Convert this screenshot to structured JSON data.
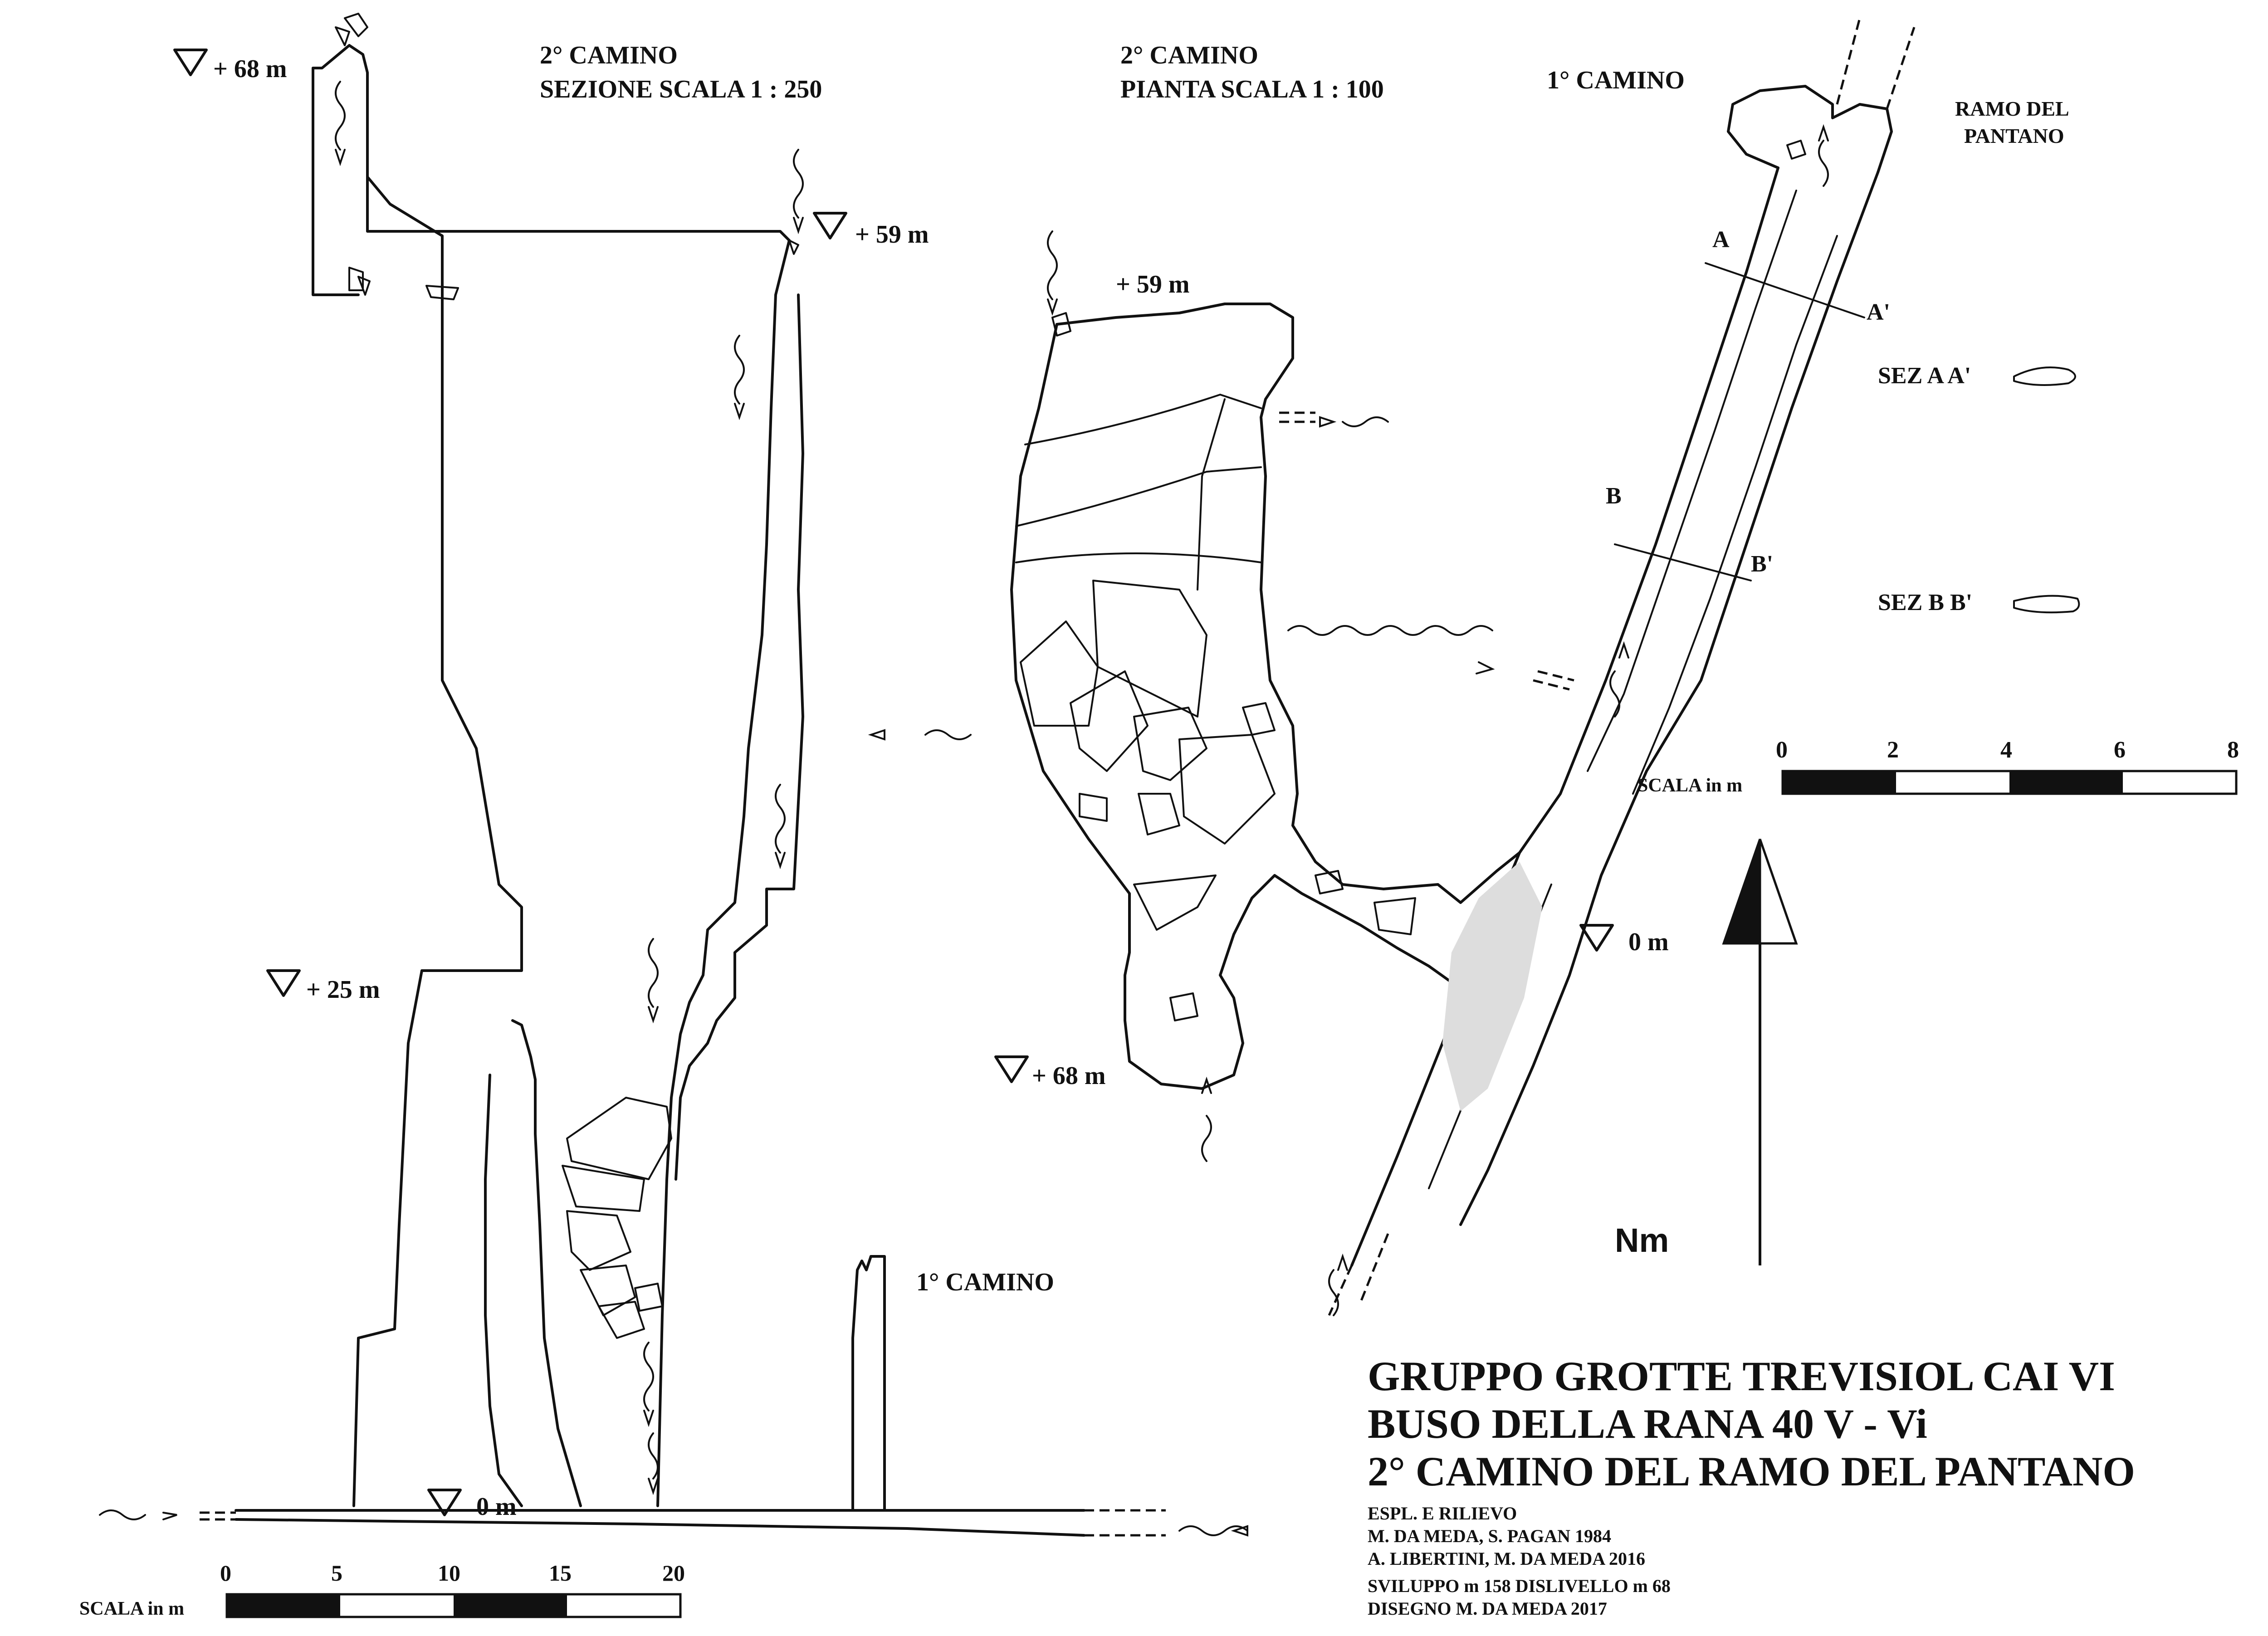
{
  "section": {
    "heading_line1": "2° CAMINO",
    "heading_line2": "SEZIONE SCALA 1 : 250",
    "level_top": "+ 68 m",
    "level_59": "+ 59 m",
    "level_25": "+ 25 m",
    "level_zero": "0 m",
    "first_chimney": "1° CAMINO",
    "scale_title": "SCALA in m",
    "scale_ticks": [
      "0",
      "5",
      "10",
      "15",
      "20"
    ]
  },
  "plan": {
    "heading_line1": "2° CAMINO",
    "heading_line2": "PIANTA  SCALA 1 : 100",
    "level_59": "+ 59 m",
    "level_68": "+ 68 m",
    "level_zero": "0 m"
  },
  "pantano": {
    "first_chimney": "1° CAMINO",
    "branch_line1": "RAMO DEL",
    "branch_line2": "PANTANO",
    "cut_a": "A",
    "cut_a_prime": "A'",
    "cut_b": "B",
    "cut_b_prime": "B'",
    "section_aa": "SEZ A A'",
    "section_bb": "SEZ B B'",
    "scale_title": "SCALA in m",
    "scale_ticks": [
      "0",
      "2",
      "4",
      "6",
      "8"
    ]
  },
  "north": {
    "label": "Nm"
  },
  "title_block": {
    "line1": "GRUPPO GROTTE TREVISIOL CAI VI",
    "line2": "BUSO DELLA RANA  40 V - Vi",
    "line3": "2° CAMINO DEL RAMO DEL PANTANO",
    "credits1": "ESPL. E RILIEVO",
    "credits2": "M. DA MEDA, S. PAGAN 1984",
    "credits3": "A. LIBERTINI, M. DA MEDA 2016",
    "stats": "SVILUPPO m  158   DISLIVELLO m 68",
    "drawing": "DISEGNO M. DA MEDA    2017"
  }
}
